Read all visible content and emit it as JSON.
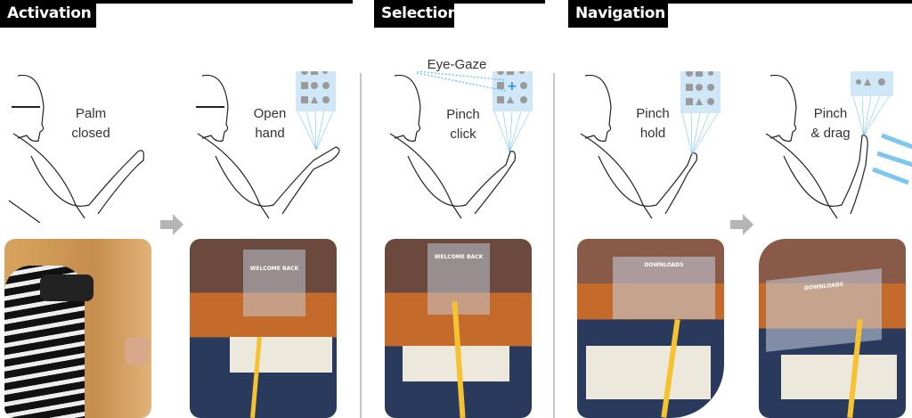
{
  "sections": [
    {
      "title": "Activation"
    },
    {
      "title": "Selection"
    },
    {
      "title": "Navigation"
    }
  ],
  "gestures": [
    {
      "line1": "Palm",
      "line2": "closed"
    },
    {
      "line1": "Open",
      "line2": "hand"
    },
    {
      "line1": "Pinch",
      "line2": "click"
    },
    {
      "line1": "Pinch",
      "line2": "hold"
    },
    {
      "line1": "Pinch",
      "line2": "& drag"
    }
  ],
  "eye_gaze_label": "Eye-Gaze",
  "photos": {
    "welcome": "WELCOME BACK",
    "downloads": "DOWNLOADS"
  },
  "colors": {
    "panel": "#cfe7f7",
    "ray": "#5bb8ec",
    "beam": "#f5c232"
  }
}
